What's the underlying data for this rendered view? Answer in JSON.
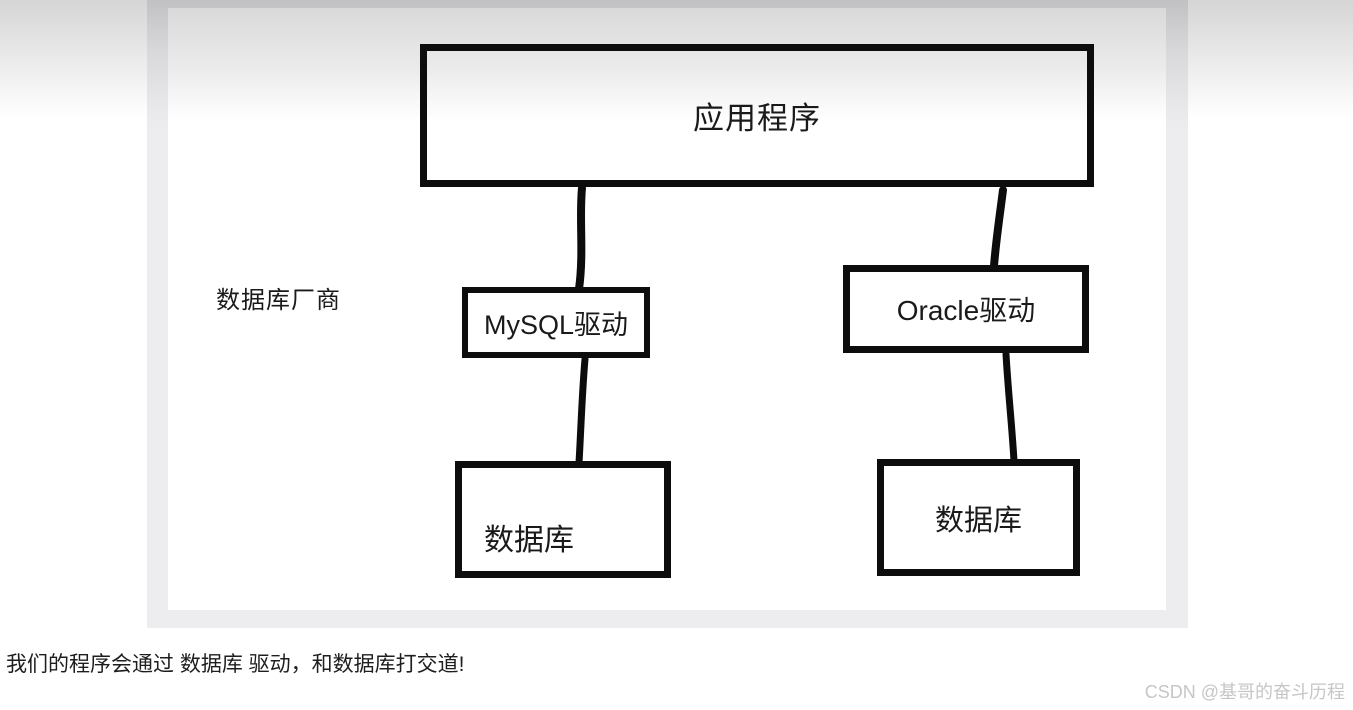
{
  "diagram": {
    "app_box_label": "应用程序",
    "vendor_label": "数据库厂商",
    "mysql_box_label": "MySQL驱动",
    "oracle_box_label": "Oracle驱动",
    "db_left_label": "数据库",
    "db_right_label": "数据库"
  },
  "caption": "我们的程序会通过 数据库 驱动，和数据库打交道!",
  "watermark": "CSDN @基哥的奋斗历程",
  "colors": {
    "box_border": "#0d0d0d",
    "text": "#1a1a1a",
    "watermark_text": "#c6c6c6",
    "page_gradient_top": "#d5d5d5",
    "image_frame_top": "#c1c1c3",
    "slide_gradient_top": "#d9d9d9"
  }
}
